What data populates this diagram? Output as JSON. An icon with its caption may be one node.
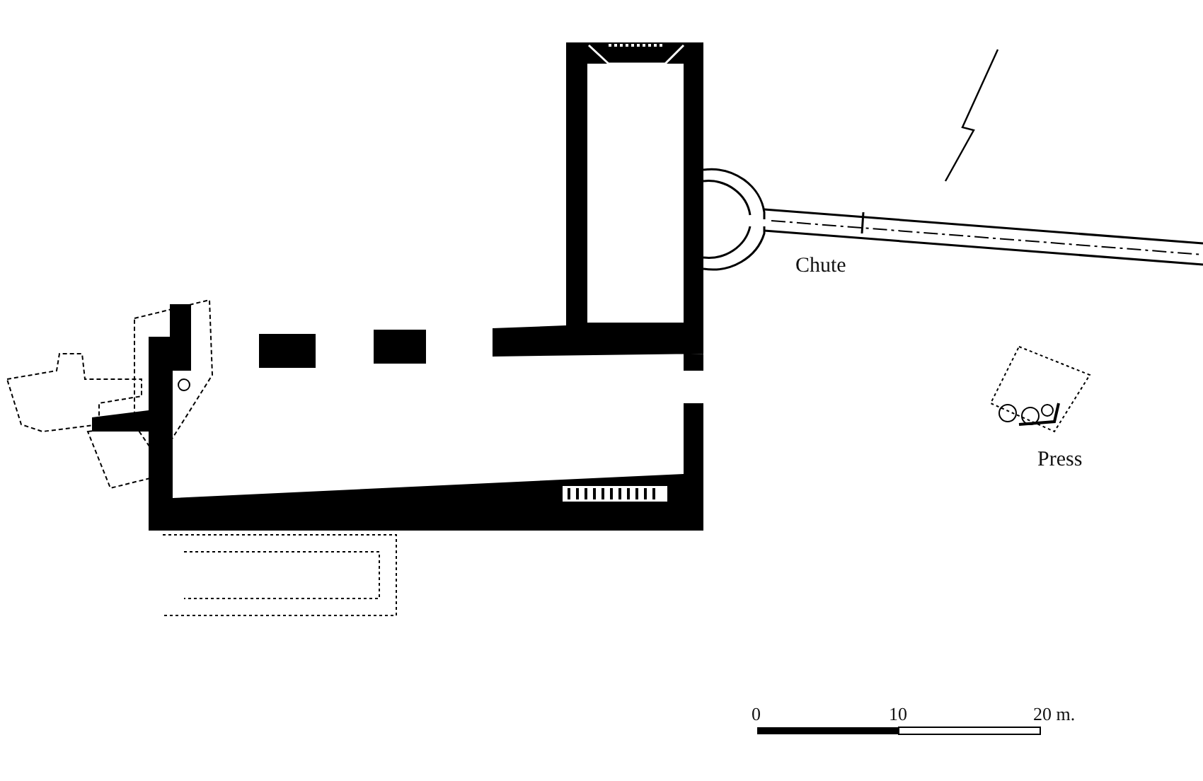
{
  "diagram": {
    "labels": [
      "Chute",
      "Press",
      "0",
      "10",
      "20 m."
    ]
  }
}
